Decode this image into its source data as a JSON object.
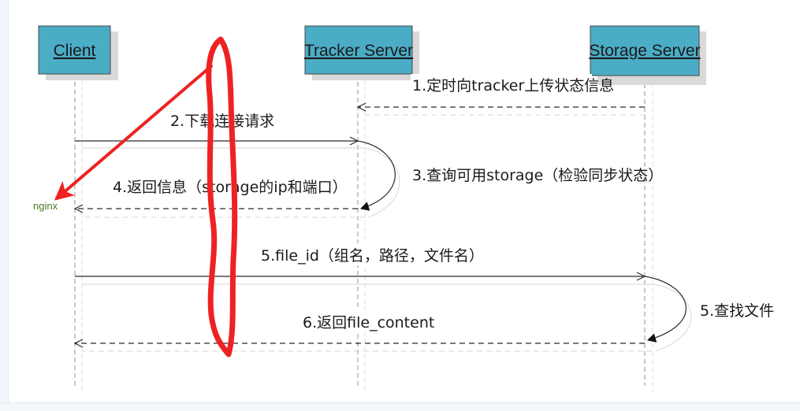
{
  "participants": {
    "client": "Client",
    "tracker": "Tracker Server",
    "storage": "Storage Server"
  },
  "messages": {
    "m1": "1.定时向tracker上传状态信息",
    "m2": "2.下载连接请求",
    "m3": "3.查询可用storage（检验同步状态）",
    "m4": "4.返回信息（storage的ip和端口）",
    "m5a": "5.file_id（组名，路径，文件名）",
    "m5b": "5.查找文件",
    "m6": "6.返回file_content"
  },
  "annotation": {
    "text": "nginx",
    "color": "#ee2222"
  }
}
